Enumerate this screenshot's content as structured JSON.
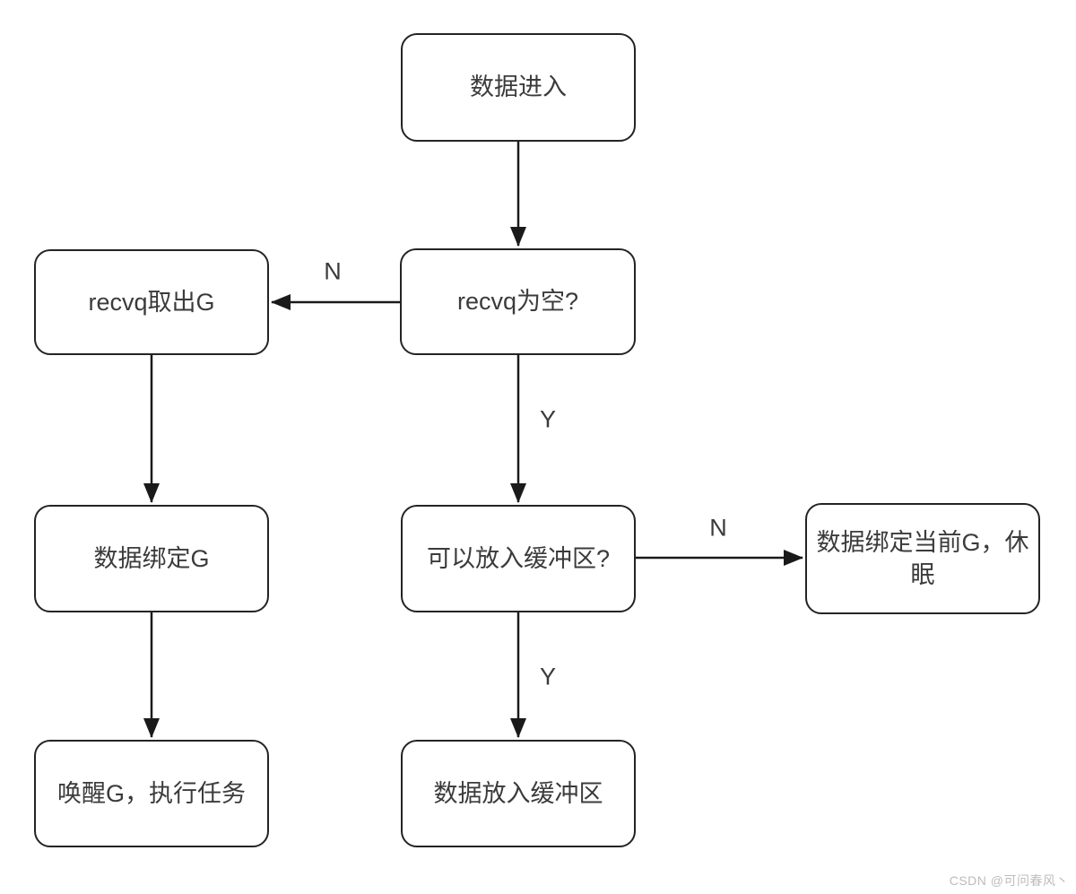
{
  "diagram": {
    "title_hint": "channel send data flow",
    "nodes": [
      {
        "id": "data-enter",
        "label": "数据进入"
      },
      {
        "id": "recvq-empty",
        "label": "recvq为空?"
      },
      {
        "id": "recvq-take",
        "label": "recvq取出G"
      },
      {
        "id": "buffer-check",
        "label": "可以放入缓冲区?"
      },
      {
        "id": "bind-current",
        "label": "数据绑定当前G，休眠"
      },
      {
        "id": "bind-g",
        "label": "数据绑定G"
      },
      {
        "id": "wake-g",
        "label": "唤醒G，执行任务"
      },
      {
        "id": "data-to-buffer",
        "label": "数据放入缓冲区"
      }
    ],
    "edges": [
      {
        "from": "data-enter",
        "to": "recvq-empty",
        "label": ""
      },
      {
        "from": "recvq-empty",
        "to": "recvq-take",
        "label": "N"
      },
      {
        "from": "recvq-empty",
        "to": "buffer-check",
        "label": "Y"
      },
      {
        "from": "recvq-take",
        "to": "bind-g",
        "label": ""
      },
      {
        "from": "buffer-check",
        "to": "bind-current",
        "label": "N"
      },
      {
        "from": "buffer-check",
        "to": "data-to-buffer",
        "label": "Y"
      },
      {
        "from": "bind-g",
        "to": "wake-g",
        "label": ""
      }
    ],
    "colors": {
      "node_border": "#242424",
      "node_fill": "#ffffff",
      "text": "#3b3b3b",
      "arrow": "#1a1a1a",
      "background": "#ffffff",
      "watermark": "#bcbcbc"
    }
  },
  "watermark": {
    "text": "CSDN @可问春风丶"
  }
}
